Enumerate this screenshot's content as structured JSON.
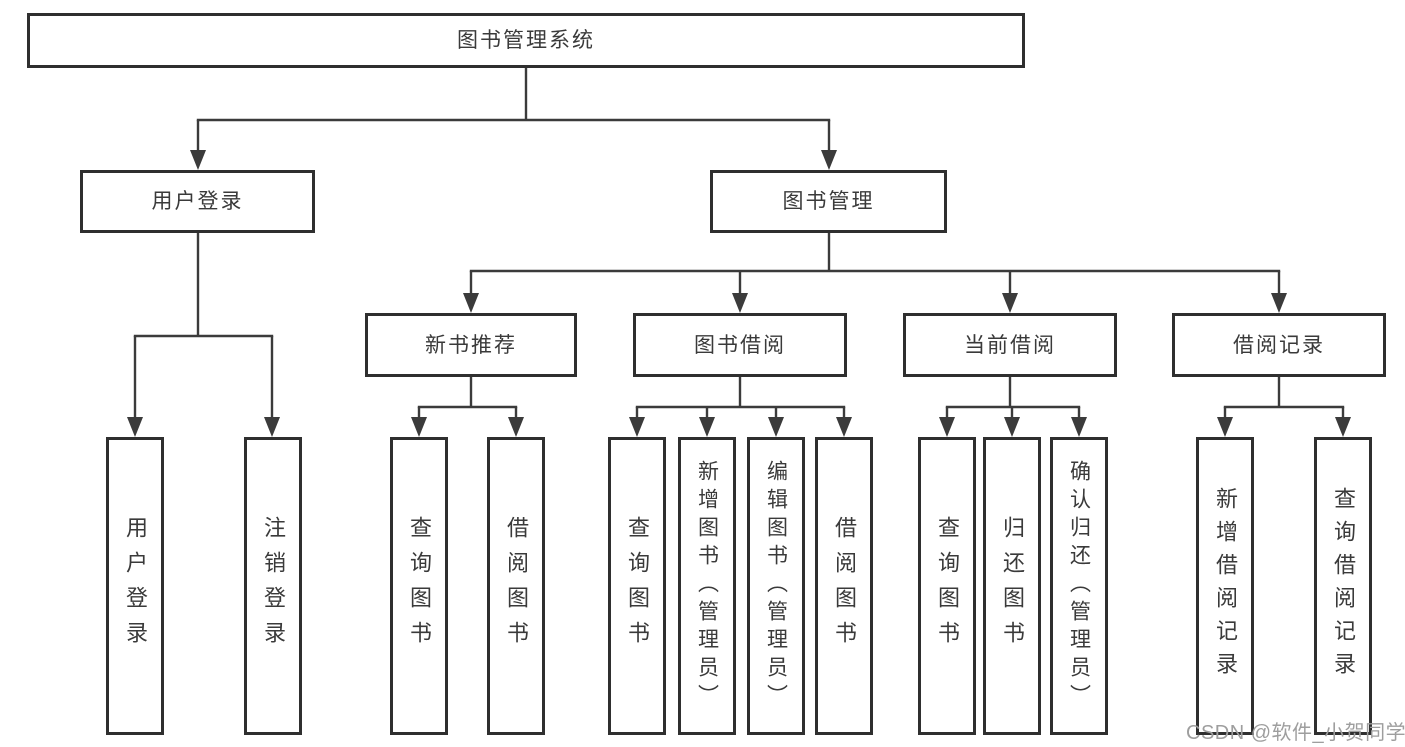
{
  "colors": {
    "line": "#3b3b3b",
    "box_border": "#2f2f2f",
    "text": "#3a3a3a",
    "background": "#ffffff",
    "watermark": "#9e9e9e"
  },
  "tree": {
    "label": "图书管理系统",
    "children": [
      {
        "label": "用户登录",
        "children": [
          {
            "label": "用户登录"
          },
          {
            "label": "注销登录"
          }
        ]
      },
      {
        "label": "图书管理",
        "children": [
          {
            "label": "新书推荐",
            "children": [
              {
                "label": "查询图书"
              },
              {
                "label": "借阅图书"
              }
            ]
          },
          {
            "label": "图书借阅",
            "children": [
              {
                "label": "查询图书"
              },
              {
                "label": "新增图书（管理员）"
              },
              {
                "label": "编辑图书（管理员）"
              },
              {
                "label": "借阅图书"
              }
            ]
          },
          {
            "label": "当前借阅",
            "children": [
              {
                "label": "查询图书"
              },
              {
                "label": "归还图书"
              },
              {
                "label": "确认归还（管理员）"
              }
            ]
          },
          {
            "label": "借阅记录",
            "children": [
              {
                "label": "新增借阅记录"
              },
              {
                "label": "查询借阅记录"
              }
            ]
          }
        ]
      }
    ]
  },
  "watermark": {
    "text": "CSDN @软件_小贺同学"
  }
}
